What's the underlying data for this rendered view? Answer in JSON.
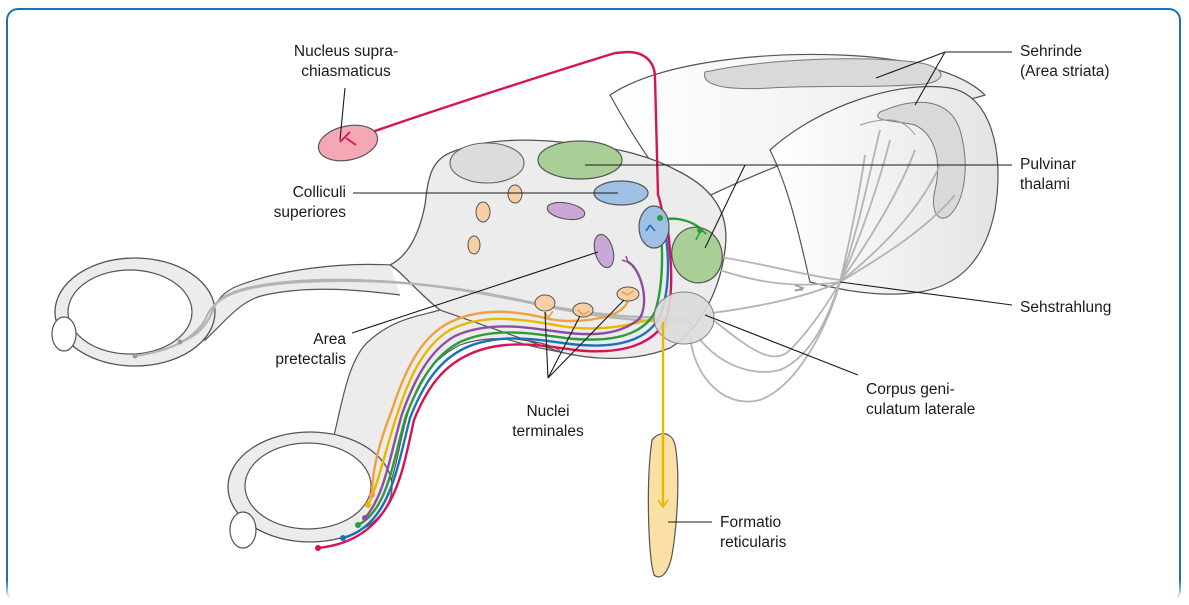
{
  "labels": {
    "scn": [
      "Nucleus supra-",
      "chiasmaticus"
    ],
    "sehrinde": [
      "Sehrinde",
      "(Area striata)"
    ],
    "pulvinar": [
      "Pulvinar",
      "thalami"
    ],
    "colliculi": [
      "Colliculi",
      "superiores"
    ],
    "sehstrahlung": [
      "Sehstrahlung"
    ],
    "area_pretectalis": [
      "Area",
      "pretectalis"
    ],
    "cgl": [
      "Corpus geni-",
      "culatum laterale"
    ],
    "nuclei_terminales": [
      "Nuclei",
      "terminales"
    ],
    "formatio": [
      "Formatio",
      "reticularis"
    ]
  },
  "colors": {
    "frame": "#1a73b8",
    "tract_magenta": "#d4145a",
    "tract_blue": "#1d71b8",
    "tract_green": "#2a9d3a",
    "tract_purple": "#8e4ea0",
    "tract_yellow": "#e8b800",
    "tract_orange": "#f0a040",
    "scn_fill": "#f4a7b4",
    "pulvinar_fill": "#a9cf97",
    "colliculi_fill": "#9dc0e4",
    "pretectal_fill": "#c9a8d6",
    "terminal_fill": "#f7cfa6",
    "formatio_fill": "#fbe0a6",
    "grey_fiber": "#b4b4b4",
    "brain_fill": "#ececec",
    "brain_stroke": "#555555"
  }
}
